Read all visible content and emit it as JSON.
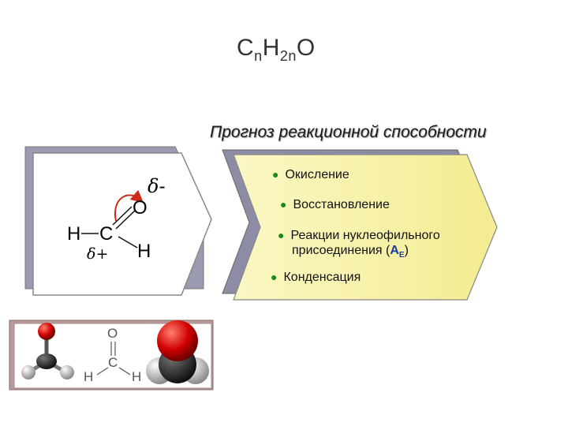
{
  "formula": {
    "c": "C",
    "n1": "n",
    "h": "H",
    "n2": "2n",
    "o": "O"
  },
  "subtitle": "Прогноз реакционной способности",
  "structure": {
    "delta_minus": "δ-",
    "delta_plus": "δ+",
    "atom_o": "O",
    "atom_c": "C",
    "atom_h_left": "H",
    "atom_h_right": "H"
  },
  "bullets": [
    {
      "text": "Окисление"
    },
    {
      "text": "Восстановление"
    },
    {
      "line1": "Реакции нуклеофильного",
      "line2_pre": "присоединения (",
      "sym": "A",
      "sub": "E",
      "line2_post": ")"
    },
    {
      "text": "Конденсация"
    }
  ],
  "bottom_structure": {
    "o": "O",
    "c": "C",
    "h1": "H",
    "h2": "H"
  },
  "colors": {
    "arrow": "#cc2a1a",
    "bullet": "#1a8a1a",
    "symbol_ae": "#1a3aa8",
    "panel": "#f7f2a6"
  }
}
